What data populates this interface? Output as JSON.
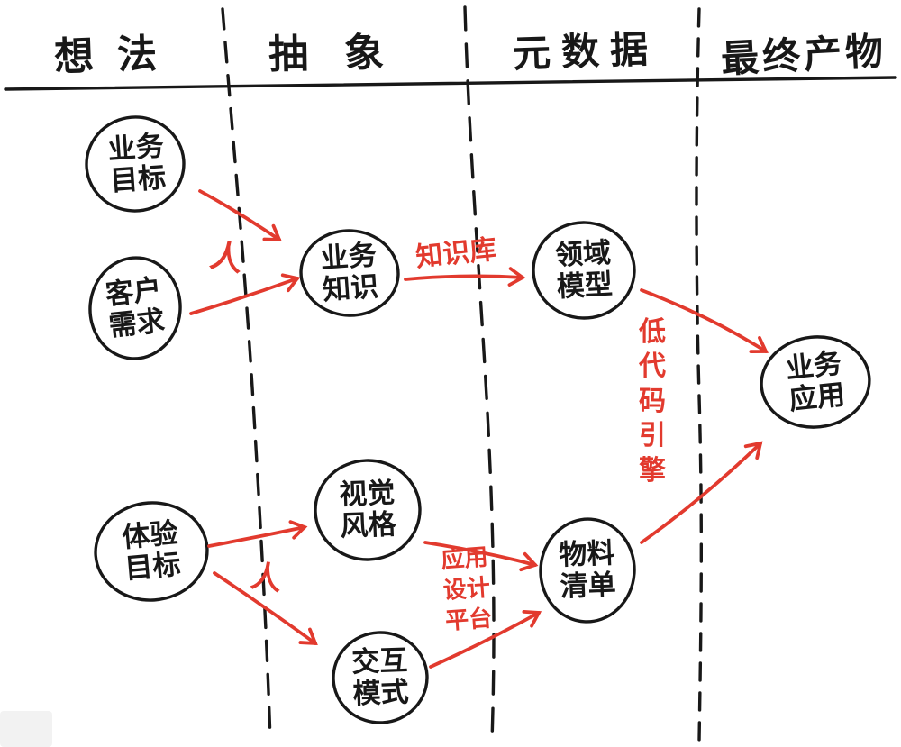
{
  "columns": [
    {
      "label": "想法"
    },
    {
      "label": "抽象"
    },
    {
      "label": "元数据"
    },
    {
      "label": "最终产物"
    }
  ],
  "nodes": {
    "business_goals": {
      "line1": "业务",
      "line2": "目标"
    },
    "customer_needs": {
      "line1": "客户",
      "line2": "需求"
    },
    "experience_goals": {
      "line1": "体验",
      "line2": "目标"
    },
    "business_knowledge": {
      "line1": "业务",
      "line2": "知识"
    },
    "visual_style": {
      "line1": "视觉",
      "line2": "风格"
    },
    "interaction_pattern": {
      "line1": "交互",
      "line2": "模式"
    },
    "domain_model": {
      "line1": "领域",
      "line2": "模型"
    },
    "material_list": {
      "line1": "物料",
      "line2": "清单"
    },
    "business_app": {
      "line1": "业务",
      "line2": "应用"
    }
  },
  "edge_labels": {
    "person_top": "人",
    "person_bottom": "人",
    "knowledge_base": "知识库",
    "low_code_engine": "低代码引擎",
    "app_design_platform": "应用设计平台"
  },
  "edges": [
    {
      "from": "业务目标",
      "to": "业务知识",
      "via": "人"
    },
    {
      "from": "客户需求",
      "to": "业务知识",
      "via": "人"
    },
    {
      "from": "业务知识",
      "to": "领域模型",
      "via": "知识库"
    },
    {
      "from": "领域模型",
      "to": "业务应用",
      "via": "低代码引擎"
    },
    {
      "from": "体验目标",
      "to": "视觉风格",
      "via": "人"
    },
    {
      "from": "体验目标",
      "to": "交互模式",
      "via": "人"
    },
    {
      "from": "视觉风格",
      "to": "物料清单",
      "via": "应用设计平台"
    },
    {
      "from": "交互模式",
      "to": "物料清单",
      "via": "应用设计平台"
    },
    {
      "from": "物料清单",
      "to": "业务应用",
      "via": "低代码引擎"
    }
  ],
  "colors": {
    "ink": "#181818",
    "accent": "#e23a2e",
    "background": "#ffffff"
  }
}
